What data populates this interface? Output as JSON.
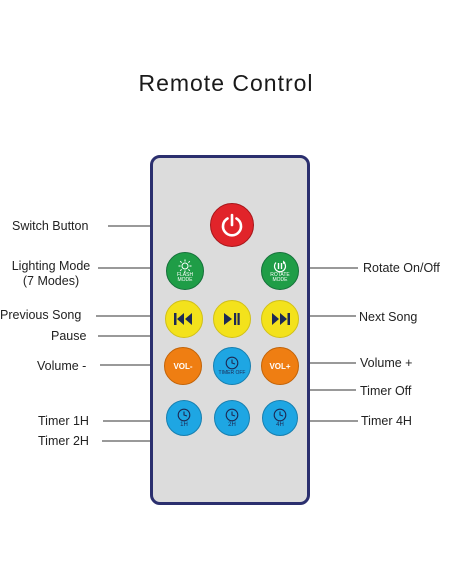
{
  "title": "Remote Control",
  "labels": {
    "switch_button": "Switch Button",
    "lighting_mode_line1": "Lighting Mode",
    "lighting_mode_line2": "(7 Modes)",
    "previous_song": "Previous Song",
    "pause": "Pause",
    "volume_down": "Volume -",
    "timer_1h": "Timer 1H",
    "timer_2h": "Timer 2H",
    "rotate": "Rotate On/Off",
    "next_song": "Next Song",
    "volume_up": "Volume +",
    "timer_off": "Timer Off",
    "timer_4h": "Timer 4H"
  },
  "buttons": {
    "flash_mode_line1": "FLASH",
    "flash_mode_line2": "MODE",
    "rotate_mode_line1": "ROTATE",
    "rotate_mode_line2": "MODE",
    "vol_down": "VOL-",
    "vol_up": "VOL+",
    "timer_off": "TIMER OFF",
    "timer_1h": "1H",
    "timer_2h": "2H",
    "timer_4h": "4H"
  },
  "colors": {
    "remote_border": "#2b2f6e",
    "power": "#e1242a",
    "mode": "#1f9d47",
    "playback": "#f3e21c",
    "volume": "#ef7e12",
    "timer": "#1ea6e3"
  }
}
